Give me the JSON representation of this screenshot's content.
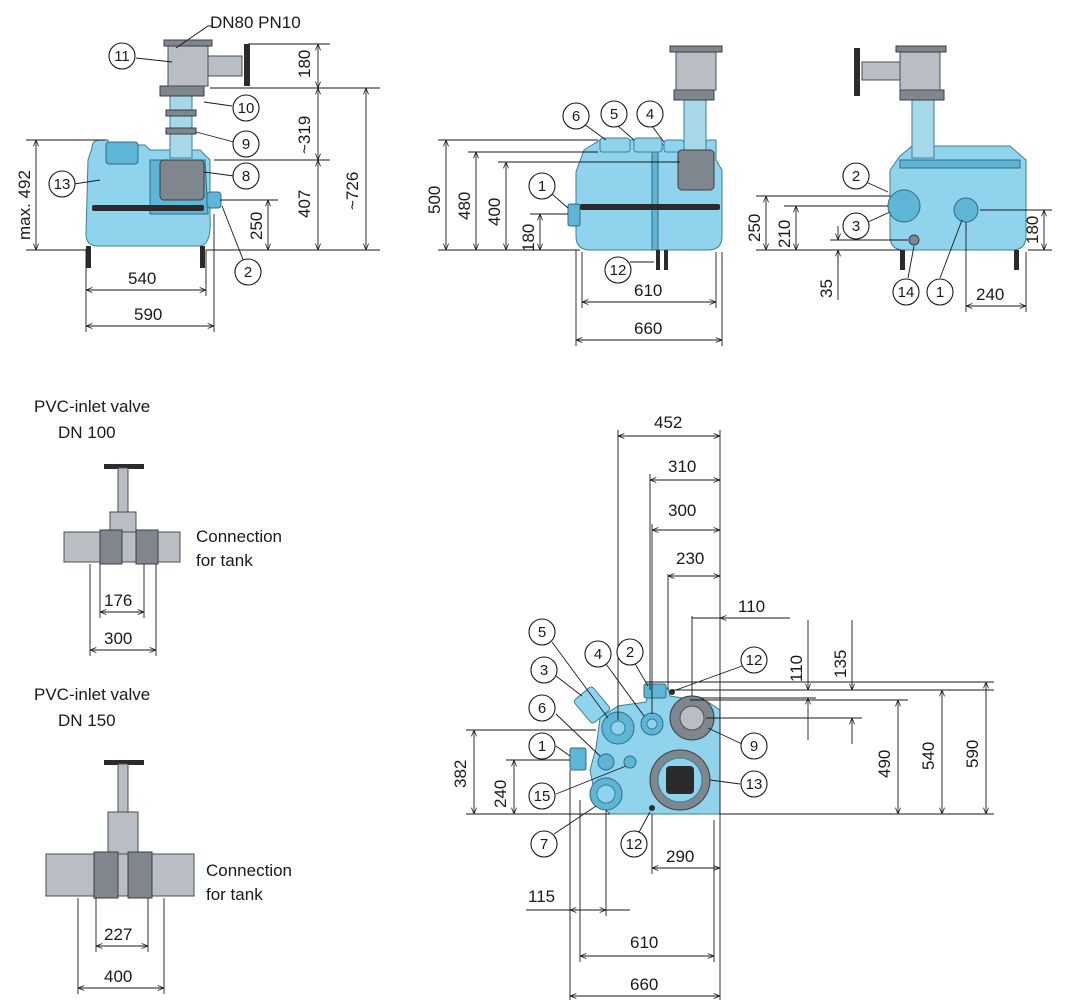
{
  "colors": {
    "tank": "#8fd3ec",
    "tank_shadow": "#5fb5d6",
    "valve_metal": "#b9bec4",
    "line": "#1a1a1a"
  },
  "views": {
    "side": {
      "label_top": "DN80 PN10",
      "dims": {
        "valve": "180",
        "pipe": "~319",
        "body": "407",
        "total": "~726",
        "max": "max. 492",
        "inlet": "250",
        "w_inner": "540",
        "w_outer": "590"
      },
      "items": [
        "11",
        "10",
        "9",
        "8",
        "13",
        "2"
      ]
    },
    "front": {
      "dims": {
        "h500": "500",
        "h480": "480",
        "h400": "400",
        "h180": "180",
        "w610": "610",
        "w660": "660"
      },
      "items": [
        "6",
        "5",
        "4",
        "1",
        "12"
      ]
    },
    "rear": {
      "dims": {
        "h250": "250",
        "h210": "210",
        "h35": "35",
        "h180": "180",
        "w240": "240"
      },
      "items": [
        "2",
        "3",
        "14",
        "1"
      ]
    },
    "plan": {
      "dims": {
        "d452": "452",
        "d310": "310",
        "d300": "300",
        "d230": "230",
        "d110h": "110",
        "d110v": "110",
        "d135": "135",
        "d490": "490",
        "d540": "540",
        "d590": "590",
        "d382": "382",
        "d240": "240",
        "d290": "290",
        "d115": "115",
        "d610": "610",
        "d660": "660"
      },
      "items": [
        "5",
        "4",
        "2",
        "12",
        "3",
        "6",
        "9",
        "1",
        "15",
        "13",
        "7",
        "12"
      ]
    }
  },
  "valves": {
    "dn100": {
      "title1": "PVC-inlet valve",
      "title2": "DN 100",
      "note1": "Connection",
      "note2": "for tank",
      "inner": "176",
      "outer": "300"
    },
    "dn150": {
      "title1": "PVC-inlet valve",
      "title2": "DN 150",
      "note1": "Connection",
      "note2": "for tank",
      "inner": "227",
      "outer": "400"
    }
  }
}
